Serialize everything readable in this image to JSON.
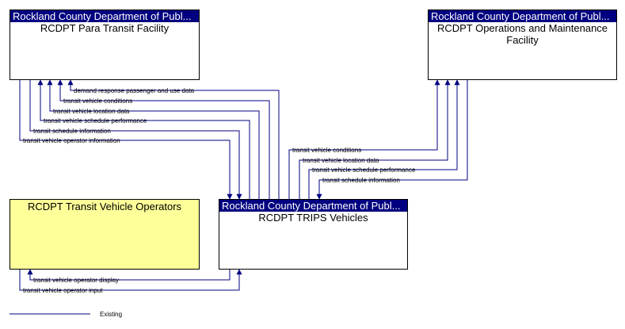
{
  "boxes": {
    "para_transit": {
      "header": "Rockland County Department of Publ...",
      "title": "RCDPT Para Transit Facility"
    },
    "operations": {
      "header": "Rockland County Department of Publ...",
      "title": "RCDPT Operations and Maintenance Facility"
    },
    "operators": {
      "title": "RCDPT Transit Vehicle Operators"
    },
    "trips": {
      "header": "Rockland County Department of Publ...",
      "title": "RCDPT TRIPS Vehicles"
    }
  },
  "flows": {
    "para_1": "demand response passenger and use data",
    "para_2": "transit vehicle conditions",
    "para_3": "transit vehicle location data",
    "para_4": "transit vehicle schedule performance",
    "para_5": "transit schedule information",
    "para_6": "transit vehicle operator information",
    "ops_1": "transit vehicle conditions",
    "ops_2": "transit vehicle location data",
    "ops_3": "transit vehicle schedule performance",
    "ops_4": "transit schedule information",
    "op_1": "transit vehicle operator display",
    "op_2": "transit vehicle operator input"
  },
  "legend": {
    "existing": "Existing"
  },
  "colors": {
    "header": "#000080",
    "flow": "#000080",
    "operators_fill": "#ffff99"
  }
}
